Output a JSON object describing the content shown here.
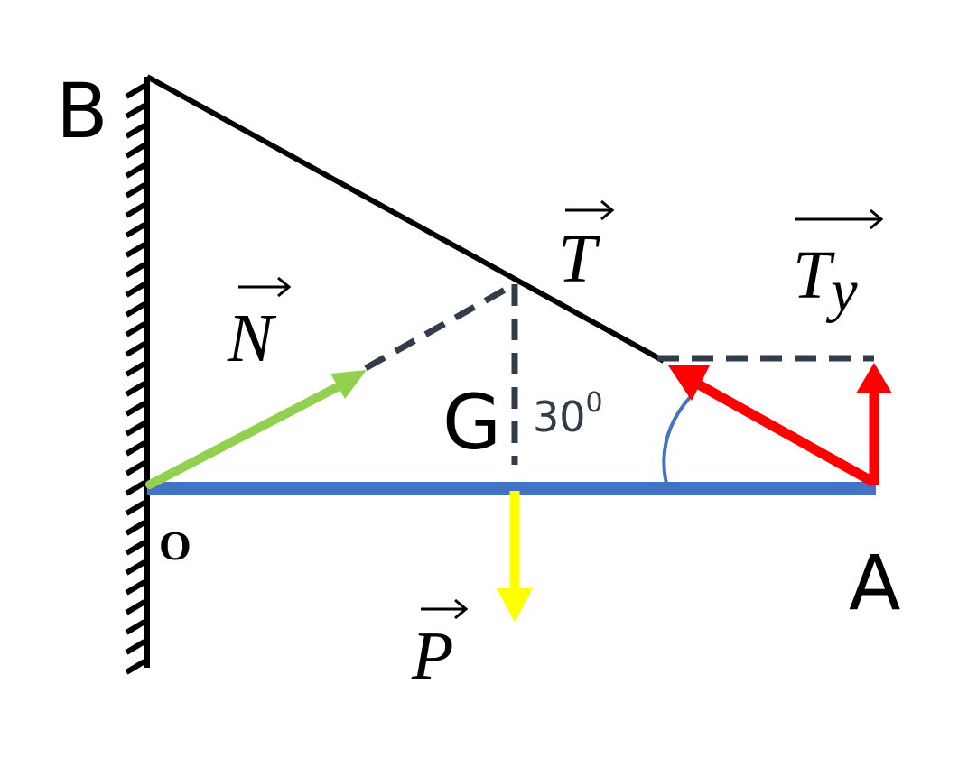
{
  "points": {
    "B": "B",
    "O": "O",
    "A": "A",
    "G": "G"
  },
  "angle": {
    "value": "30",
    "superscript": "0"
  },
  "vectors": {
    "T": {
      "label": "T",
      "color": "#ff0000"
    },
    "Ty": {
      "label": "T",
      "subscript": "y",
      "color": "#ff0000"
    },
    "N": {
      "label": "N",
      "color": "#92d050"
    },
    "P": {
      "label": "P",
      "color": "#ffff00"
    }
  },
  "colors": {
    "rod": "#4472c4",
    "cable": "#000000",
    "dashed": "#323c4b",
    "angle_arc": "#4472c4",
    "wall": "#000000"
  }
}
